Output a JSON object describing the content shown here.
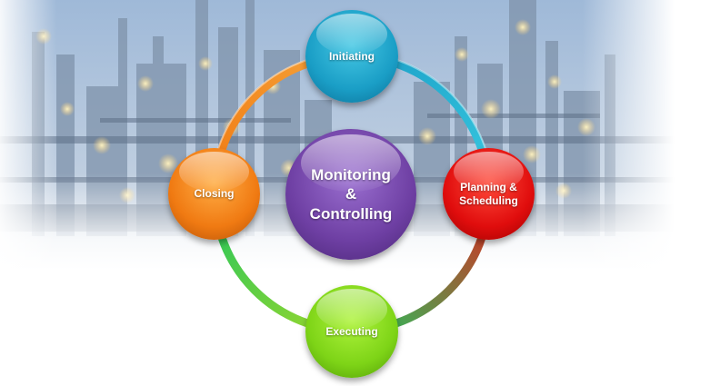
{
  "diagram": {
    "center_label_lines": [
      "Monitoring",
      "&",
      "Controlling"
    ],
    "nodes": {
      "initiating": {
        "lines": [
          "Initiating"
        ],
        "color": "#1a9ec6"
      },
      "planning": {
        "lines": [
          "Planning &",
          "Scheduling"
        ],
        "color": "#e00d0d"
      },
      "executing": {
        "lines": [
          "Executing"
        ],
        "color": "#7ed417"
      },
      "closing": {
        "lines": [
          "Closing"
        ],
        "color": "#f07a12"
      }
    },
    "center_color": "#6e3fa3",
    "arc_colors": {
      "initiating_to_planning": [
        "#1a9ec6",
        "#38c8e0"
      ],
      "planning_to_executing": [
        "#e0261e",
        "#22c55e"
      ],
      "executing_to_closing": [
        "#9fd82a",
        "#22c55e"
      ],
      "closing_to_initiating": [
        "#f07a12",
        "#f6a33a"
      ]
    },
    "background_photo": "industrial-refinery-night"
  }
}
